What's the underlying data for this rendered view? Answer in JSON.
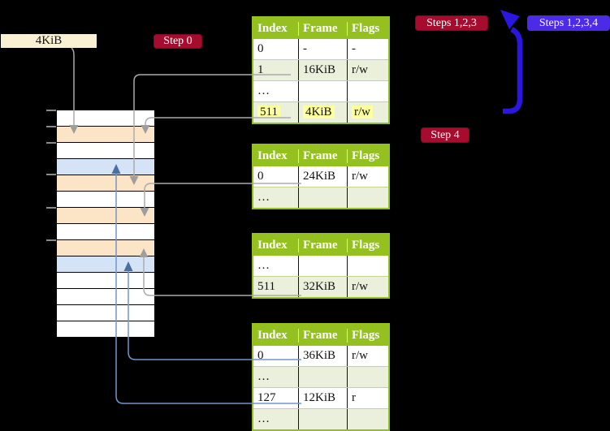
{
  "labels": {
    "frame_size": "4KiB",
    "step0_badge": "Step 0",
    "steps123_badge": "Steps 1,2,3",
    "steps1234_badge": "Steps 1,2,3,4",
    "step4_badge": "Step 4"
  },
  "colors": {
    "badge_red": "#A60C2D",
    "badge_blue": "#4B2BE8",
    "big_arrow_blue": "#2B16DF",
    "table_header_green": "#94C11F",
    "table_row_green": "#EAF0DB",
    "memory_peach": "#FCE4C6",
    "memory_blue": "#D5E3F7",
    "label_cream": "#FAF0D3",
    "highlight_yellow": "#FEFF9D",
    "connector_gray": "#ABABAB",
    "connector_blue": "#7296C9",
    "connector_blue_head": "#4A6FA3"
  },
  "tables": [
    {
      "id": "level-1-table",
      "columns": [
        "Index",
        "Frame",
        "Flags"
      ],
      "rows": [
        {
          "cells": [
            "0",
            "-",
            "-"
          ],
          "shaded": false,
          "highlight": false
        },
        {
          "cells": [
            "1",
            "16KiB",
            "r/w"
          ],
          "shaded": true,
          "highlight": false
        },
        {
          "cells": [
            "…",
            "",
            ""
          ],
          "shaded": false,
          "highlight": false
        },
        {
          "cells": [
            "511",
            "4KiB",
            "r/w"
          ],
          "shaded": true,
          "highlight": true
        }
      ]
    },
    {
      "id": "level-2-table",
      "columns": [
        "Index",
        "Frame",
        "Flags"
      ],
      "rows": [
        {
          "cells": [
            "0",
            "24KiB",
            "r/w"
          ],
          "shaded": false,
          "highlight": false
        },
        {
          "cells": [
            "…",
            "",
            ""
          ],
          "shaded": true,
          "highlight": false
        }
      ]
    },
    {
      "id": "level-3-table",
      "columns": [
        "Index",
        "Frame",
        "Flags"
      ],
      "rows": [
        {
          "cells": [
            "…",
            "",
            ""
          ],
          "shaded": false,
          "highlight": false
        },
        {
          "cells": [
            "511",
            "32KiB",
            "r/w"
          ],
          "shaded": true,
          "highlight": false
        }
      ]
    },
    {
      "id": "level-4-table",
      "columns": [
        "Index",
        "Frame",
        "Flags"
      ],
      "rows": [
        {
          "cells": [
            "0",
            "36KiB",
            "r/w"
          ],
          "shaded": false,
          "highlight": false
        },
        {
          "cells": [
            "…",
            "",
            ""
          ],
          "shaded": true,
          "highlight": false
        },
        {
          "cells": [
            "127",
            "12KiB",
            "r"
          ],
          "shaded": false,
          "highlight": false
        },
        {
          "cells": [
            "…",
            "",
            ""
          ],
          "shaded": true,
          "highlight": false
        }
      ]
    }
  ],
  "memory": {
    "rows": [
      "white",
      "peach",
      "white",
      "blue",
      "peach",
      "white",
      "peach",
      "white",
      "peach",
      "blue",
      "white",
      "white",
      "white",
      "white"
    ]
  }
}
